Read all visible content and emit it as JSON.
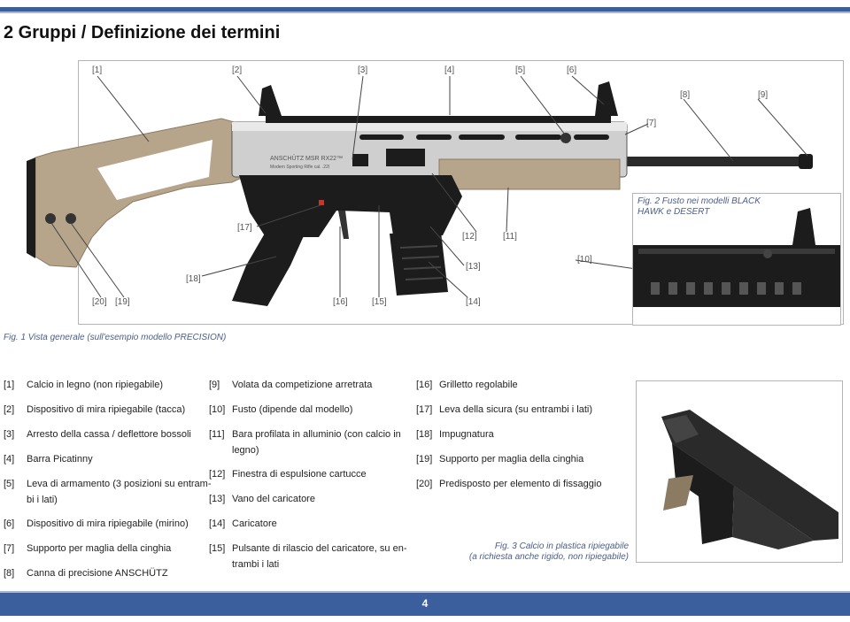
{
  "header": {
    "title": "2 Gruppi / Definizione dei termini"
  },
  "figure1": {
    "caption": "Fig. 1  Vista generale (sull'esempio modello PRECISION)",
    "receiver_text": "ANSCHÜTZ  MSR RX22™",
    "receiver_subtext": "Modern Sporting Rifle cal. .22l",
    "callouts": {
      "c1": "[1]",
      "c2": "[2]",
      "c3": "[3]",
      "c4": "[4]",
      "c5": "[5]",
      "c6": "[6]",
      "c7": "[7]",
      "c8": "[8]",
      "c9": "[9]",
      "c10": "[10]",
      "c11": "[11]",
      "c12": "[12]",
      "c13": "[13]",
      "c14": "[14]",
      "c15": "[15]",
      "c16": "[16]",
      "c17": "[17]",
      "c18": "[18]",
      "c19": "[19]",
      "c20": "[20]"
    }
  },
  "figure2": {
    "caption_line1": "Fig. 2  Fusto nei modelli BLACK",
    "caption_line2": "HAWK e DESERT"
  },
  "figure3": {
    "caption_line1": "Fig. 3  Calcio in plastica ripiegabile",
    "caption_line2": "(a richiesta anche rigido, non ripiegabile)"
  },
  "legend": {
    "col1": [
      {
        "num": "[1]",
        "text": "Calcio in legno (non ripiegabile)"
      },
      {
        "num": "[2]",
        "text": "Dispositivo di mira ripiegabile (tacca)"
      },
      {
        "num": "[3]",
        "text": "Arresto della cassa / deflettore bossoli"
      },
      {
        "num": "[4]",
        "text": "Barra Picatinny"
      },
      {
        "num": "[5]",
        "text_line1": "Leva di armamento (3 posizioni su entram-",
        "text_line2": "bi i lati)"
      },
      {
        "num": "[6]",
        "text": "Dispositivo di mira ripiegabile (mirino)"
      },
      {
        "num": "[7]",
        "text": "Supporto per maglia della cinghia"
      },
      {
        "num": "[8]",
        "text": "Canna di precisione ANSCHÜTZ"
      }
    ],
    "col2": [
      {
        "num": "[9]",
        "text": "Volata da competizione arretrata"
      },
      {
        "num": "[10]",
        "text": "Fusto (dipende dal modello)"
      },
      {
        "num": "[11]",
        "text_line1": "Bara profilata in alluminio (con calcio in",
        "text_line2": "legno)"
      },
      {
        "num": "[12]",
        "text": "Finestra di espulsione cartucce"
      },
      {
        "num": "[13]",
        "text": "Vano del caricatore"
      },
      {
        "num": "[14]",
        "text": "Caricatore"
      },
      {
        "num": "[15]",
        "text_line1": "Pulsante di rilascio del caricatore, su en-",
        "text_line2": "trambi i lati"
      }
    ],
    "col3": [
      {
        "num": "[16]",
        "text": "Grilletto regolabile"
      },
      {
        "num": "[17]",
        "text": "Leva della sicura (su entrambi i lati)"
      },
      {
        "num": "[18]",
        "text": "Impugnatura"
      },
      {
        "num": "[19]",
        "text": "Supporto per maglia della cinghia"
      },
      {
        "num": "[20]",
        "text": "Predisposto per elemento di fissaggio"
      }
    ]
  },
  "footer": {
    "page_number": "4"
  },
  "colors": {
    "accent": "#3b5f9c",
    "caption": "#4a5d8a",
    "stock": "#b7a58b",
    "metal": "#1c1c1c",
    "silver": "#d9d9d9"
  }
}
